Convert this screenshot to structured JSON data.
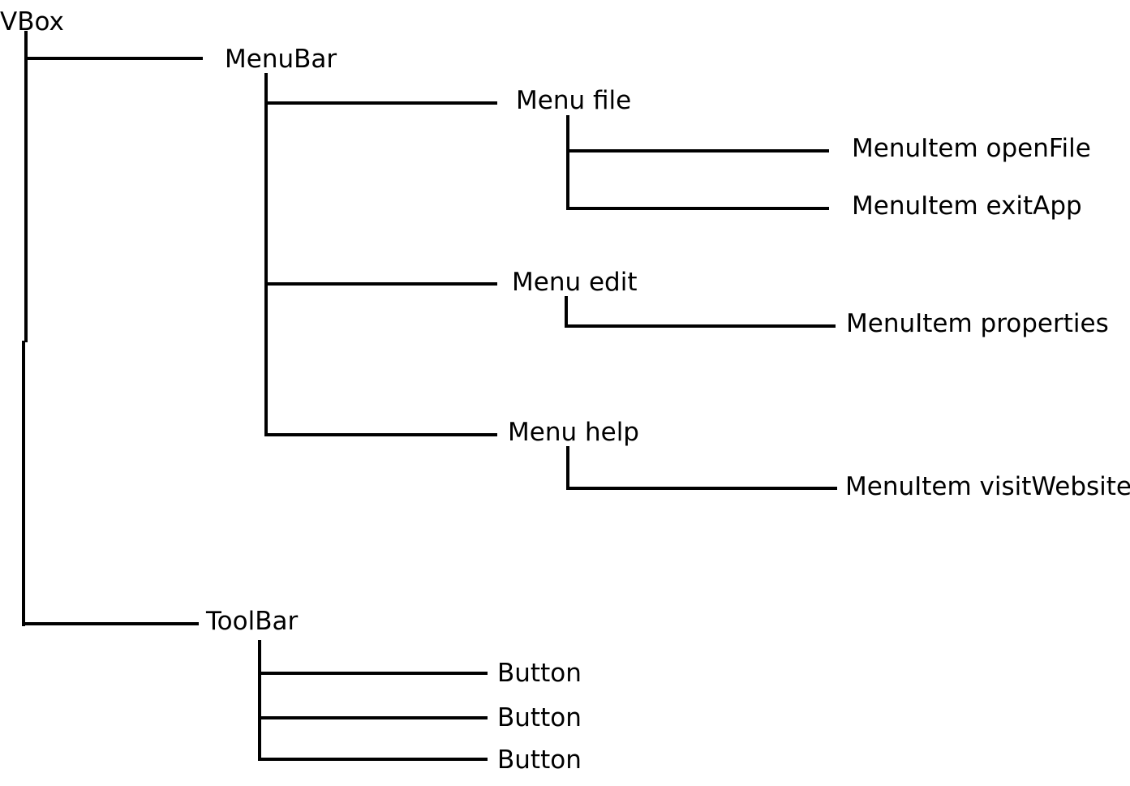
{
  "diagram": {
    "type": "widget-hierarchy-tree",
    "background_color": "#ffffff",
    "line_color": "#000000",
    "text_color": "#000000",
    "nodes": {
      "root": {
        "label": "VBox"
      },
      "menubar": {
        "label": "MenuBar"
      },
      "menu_file": {
        "label": "Menu file"
      },
      "menuitem_openfile": {
        "label": "MenuItem openFile"
      },
      "menuitem_exitapp": {
        "label": "MenuItem exitApp"
      },
      "menu_edit": {
        "label": "Menu edit"
      },
      "menuitem_properties": {
        "label": "MenuItem properties"
      },
      "menu_help": {
        "label": "Menu help"
      },
      "menuitem_visitwebsite": {
        "label": "MenuItem visitWebsite"
      },
      "toolbar": {
        "label": "ToolBar"
      },
      "button_1": {
        "label": "Button"
      },
      "button_2": {
        "label": "Button"
      },
      "button_3": {
        "label": "Button"
      }
    },
    "tree": [
      {
        "label": "VBox",
        "children": [
          {
            "label": "MenuBar",
            "children": [
              {
                "label": "Menu file",
                "children": [
                  {
                    "label": "MenuItem openFile"
                  },
                  {
                    "label": "MenuItem exitApp"
                  }
                ]
              },
              {
                "label": "Menu edit",
                "children": [
                  {
                    "label": "MenuItem properties"
                  }
                ]
              },
              {
                "label": "Menu help",
                "children": [
                  {
                    "label": "MenuItem visitWebsite"
                  }
                ]
              }
            ]
          },
          {
            "label": "ToolBar",
            "children": [
              {
                "label": "Button"
              },
              {
                "label": "Button"
              },
              {
                "label": "Button"
              }
            ]
          }
        ]
      }
    ]
  }
}
